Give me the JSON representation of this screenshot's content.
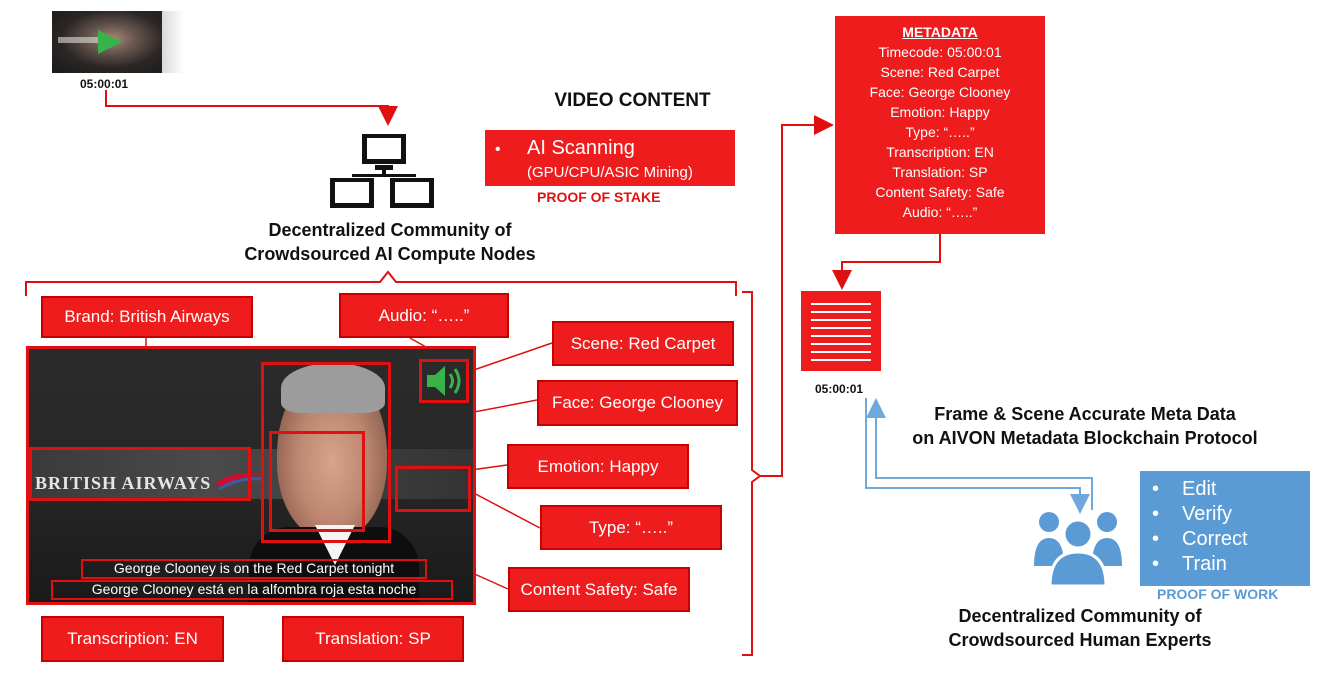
{
  "thumbnail": {
    "timecode": "05:00:01"
  },
  "video_content": {
    "title": "VIDEO CONTENT",
    "ai_scanning": "AI Scanning",
    "mining": "(GPU/CPU/ASIC Mining)",
    "proof_of_stake": "PROOF OF STAKE"
  },
  "compute_nodes": {
    "line1": "Decentralized Community of",
    "line2": "Crowdsourced AI Compute Nodes"
  },
  "metadata": {
    "heading": "METADATA",
    "lines": [
      "Timecode: 05:00:01",
      "Scene: Red Carpet",
      "Face: George Clooney",
      "Emotion: Happy",
      "Type: “…..”",
      "Transcription: EN",
      "Translation: SP",
      "Content Safety: Safe",
      "Audio: “…..”"
    ]
  },
  "record_icon": {
    "timecode": "05:00:01"
  },
  "frame_scene": {
    "line1": "Frame & Scene Accurate Meta Data",
    "line2": "on AIVON Metadata Blockchain Protocol"
  },
  "human_tasks": {
    "items": [
      "Edit",
      "Verify",
      "Correct",
      "Train"
    ],
    "proof_of_work": "PROOF OF WORK"
  },
  "human_experts": {
    "line1": "Decentralized Community of",
    "line2": "Crowdsourced Human Experts"
  },
  "tags": {
    "brand": "Brand: British Airways",
    "audio": "Audio: “…..”",
    "scene": "Scene: Red Carpet",
    "face": "Face: George Clooney",
    "emotion": "Emotion: Happy",
    "type": "Type: “…..”",
    "content_safety": "Content Safety: Safe",
    "transcription": "Transcription: EN",
    "translation": "Translation: SP"
  },
  "video_frame": {
    "logo_text": "BRITISH AIRWAYS",
    "subtitle_en": "George Clooney is on the Red Carpet tonight",
    "subtitle_sp": "George Clooney está en la alfombra roja esta noche"
  },
  "colors": {
    "accent_red": "#ee1c1c",
    "human_blue": "#5b9bd5",
    "arrow_blue": "#6fa8dc"
  }
}
